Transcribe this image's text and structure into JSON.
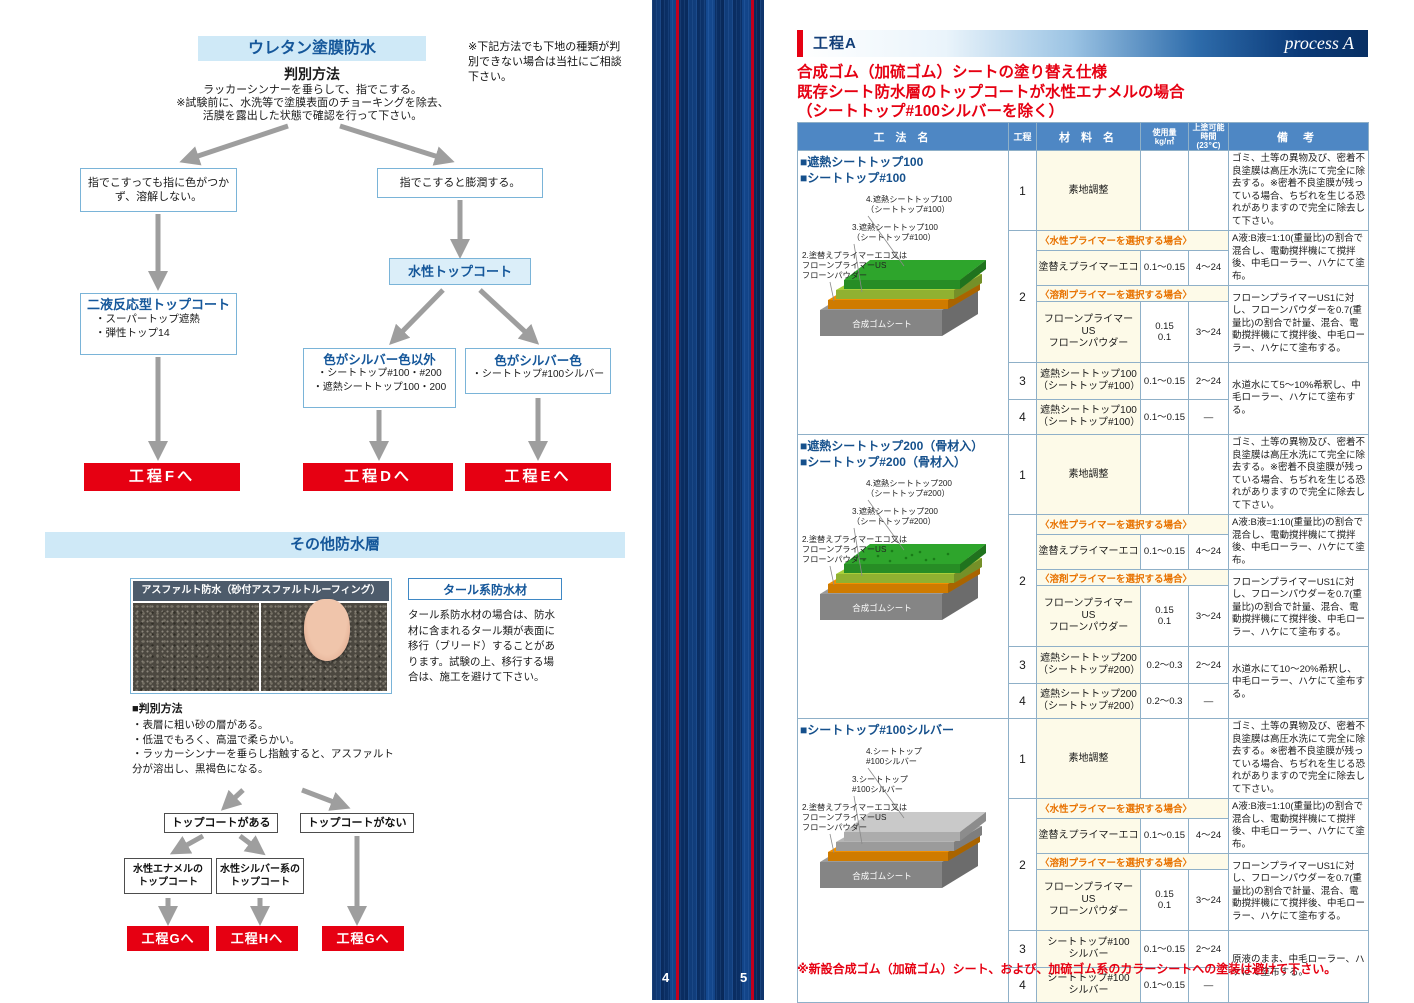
{
  "meta": {
    "accent_red": "#e60012",
    "navy": "#15579a",
    "light_blue_bg": "#cfe9f7",
    "table_header_blue": "#4e87c4",
    "pale_yellow": "#fdfae8",
    "orange_text": "#e87200"
  },
  "left_page": {
    "urethane": {
      "title": "ウレタン塗膜防水",
      "method_title": "判別方法",
      "method_lines": [
        "ラッカーシンナーを垂らして、指でこする。",
        "※試験前に、水洗等で塗膜表面のチョーキングを除去、",
        "活膜を露出した状態で確認を行って下さい。"
      ],
      "side_note": "※下記方法でも下地の種類が判別できない場合は当社にご相談下さい。",
      "no_change_box": "指でこすっても指に色がつかず、溶解しない。",
      "swell_box": "指でこすると膨潤する。",
      "two_liquid": {
        "title": "二液反応型トップコート",
        "items": [
          "・スーパートップ遮熱",
          "・弾性トップ14"
        ]
      },
      "water_topcoat": "水性トップコート",
      "non_silver": {
        "title": "色がシルバー色以外",
        "items": [
          "・シートトップ#100・#200",
          "・遮熱シートトップ100・200"
        ]
      },
      "silver": {
        "title": "色がシルバー色",
        "items": [
          "・シートトップ#100シルバー"
        ]
      },
      "process_f": "工程Fへ",
      "process_d": "工程Dへ",
      "process_e": "工程Eへ"
    },
    "other_layers": {
      "title": "その他防水層",
      "asphalt_header": "アスファルト防水（砂付アスファルトルーフィング）",
      "tar": {
        "title": "タール系防水材",
        "body": "タール系防水材の場合は、防水材に含まれるタール類が表面に移行（ブリード）することがあります。試験の上、移行する場合は、施工を避けて下さい。"
      },
      "judge_title": "■判別方法",
      "judge_items": [
        "・表層に粗い砂の層がある。",
        "・低温でもろく、高温で柔らかい。",
        "・ラッカーシンナーを垂らし指触すると、アスファルト分が溶出し、黒褐色になる。"
      ],
      "has_topcoat": "トップコートがある",
      "no_topcoat": "トップコートがない",
      "enamel_topcoat": "水性エナメルの\nトップコート",
      "silver_topcoat": "水性シルバー系の\nトップコート",
      "process_g1": "工程Gへ",
      "process_h": "工程Hへ",
      "process_g2": "工程Gへ"
    }
  },
  "spine": {
    "left_page_number": "4",
    "right_page_number": "5"
  },
  "right_page": {
    "header": {
      "label": "工程A",
      "process": "process A"
    },
    "title_lines": [
      "合成ゴム（加硫ゴム）シートの塗り替え仕様",
      "既存シート防水層のトップコートが水性エナメルの場合",
      "（シートトップ#100シルバーを除く）"
    ],
    "footer_note": "※新設合成ゴム（加硫ゴム）シート、および、加硫ゴム系のカラーシートへの塗装は避けて下さい。",
    "table": {
      "headers": {
        "method": "工 法 名",
        "step": "工程",
        "material": "材 料 名",
        "usage": "使用量\nkg/㎡",
        "time": "上塗可能\n時間(23℃)",
        "remarks": "備  考"
      },
      "sections": [
        {
          "titles": [
            "■遮熱シートトップ100",
            "■シートトップ#100"
          ],
          "diagram": {
            "label4": [
              "4.遮熱シートトップ100",
              "（シートトップ#100）"
            ],
            "label3": [
              "3.遮熱シートトップ100",
              "（シートトップ#100）"
            ],
            "label2": [
              "2.塗替えプライマーエコ又は",
              "フローンプライマーUS",
              "フローンパウダー"
            ],
            "base_label": "合成ゴムシート",
            "layer4_color": "#2ea52c",
            "layer3_color": "#a8cf3a",
            "layer2_color": "#f29000",
            "base_color": "#9b9b9b",
            "aggregate": false
          },
          "steps": {
            "s1_no": "1",
            "s1_material": "素地調整",
            "s1_remark": "ゴミ、土等の異物及び、密着不良塗膜は高圧水洗にて完全に除去する。※密着不良塗膜が残っている場合、ちぢれを生じる恐れがありますので完全に除去して下さい。",
            "s2_no": "2",
            "water_header": "〈水性プライマーを選択する場合〉",
            "water_remark": "A液:B液=1:10(重量比)の割合で混合し、電動撹拌機にて撹拌後、中毛ローラー、ハケにて塗布。",
            "water_material": [
              "塗替えプライマーエコ"
            ],
            "water_usage": "0.1〜0.15",
            "water_time": "4〜24",
            "solvent_header": "〈溶剤プライマーを選択する場合〉",
            "solvent_remark": "フローンプライマーUS1に対し、フローンパウダーを0.7(重量比)の割合で計量、混合、電動撹拌機にて撹拌後、中毛ローラー、ハケにて塗布する。",
            "solvent_material": [
              "フローンプライマーUS",
              "フローンパウダー"
            ],
            "solvent_usage": [
              "0.15",
              "0.1"
            ],
            "solvent_time": "3〜24",
            "s3_no": "3",
            "s3_material": [
              "遮熱シートトップ100",
              "（シートトップ#100）"
            ],
            "s3_usage": "0.1〜0.15",
            "s3_time": "2〜24",
            "s34_remark": "水道水にて5〜10%希釈し、中毛ローラー、ハケにて塗布する。",
            "s4_no": "4",
            "s4_material": [
              "遮熱シートトップ100",
              "（シートトップ#100）"
            ],
            "s4_usage": "0.1〜0.15",
            "s4_time": "—"
          }
        },
        {
          "titles": [
            "■遮熱シートトップ200（骨材入）",
            "■シートトップ#200（骨材入）"
          ],
          "diagram": {
            "label4": [
              "4.遮熱シートトップ200",
              "（シートトップ#200）"
            ],
            "label3": [
              "3.遮熱シートトップ200",
              "（シートトップ#200）"
            ],
            "label2": [
              "2.塗替えプライマーエコ又は",
              "フローンプライマーUS",
              "フローンパウダー"
            ],
            "base_label": "合成ゴムシート",
            "layer4_color": "#2ea52c",
            "layer3_color": "#a8cf3a",
            "layer2_color": "#f29000",
            "base_color": "#9b9b9b",
            "aggregate": true
          },
          "steps": {
            "s1_no": "1",
            "s1_material": "素地調整",
            "s1_remark": "ゴミ、土等の異物及び、密着不良塗膜は高圧水洗にて完全に除去する。※密着不良塗膜が残っている場合、ちぢれを生じる恐れがありますので完全に除去して下さい。",
            "s2_no": "2",
            "water_header": "〈水性プライマーを選択する場合〉",
            "water_remark": "A液:B液=1:10(重量比)の割合で混合し、電動撹拌機にて撹拌後、中毛ローラー、ハケにて塗布。",
            "water_material": [
              "塗替えプライマーエコ"
            ],
            "water_usage": "0.1〜0.15",
            "water_time": "4〜24",
            "solvent_header": "〈溶剤プライマーを選択する場合〉",
            "solvent_remark": "フローンプライマーUS1に対し、フローンパウダーを0.7(重量比)の割合で計量、混合、電動撹拌機にて撹拌後、中毛ローラー、ハケにて塗布する。",
            "solvent_material": [
              "フローンプライマーUS",
              "フローンパウダー"
            ],
            "solvent_usage": [
              "0.15",
              "0.1"
            ],
            "solvent_time": "3〜24",
            "s3_no": "3",
            "s3_material": [
              "遮熱シートトップ200",
              "（シートトップ#200）"
            ],
            "s3_usage": "0.2〜0.3",
            "s3_time": "2〜24",
            "s34_remark": "水道水にて10〜20%希釈し、中毛ローラー、ハケにて塗布する。",
            "s4_no": "4",
            "s4_material": [
              "遮熱シートトップ200",
              "（シートトップ#200）"
            ],
            "s4_usage": "0.2〜0.3",
            "s4_time": "—"
          }
        },
        {
          "titles": [
            "■シートトップ#100シルバー"
          ],
          "diagram": {
            "label4": [
              "4.シートトップ",
              "#100シルバー"
            ],
            "label3": [
              "3.シートトップ",
              "#100シルバー"
            ],
            "label2": [
              "2.塗替えプライマーエコ又は",
              "フローンプライマーUS",
              "フローンパウダー"
            ],
            "base_label": "合成ゴムシート",
            "layer4_color": "#c9c9c9",
            "layer3_color": "#b5b5b5",
            "layer2_color": "#f29000",
            "base_color": "#9b9b9b",
            "aggregate": false
          },
          "steps": {
            "s1_no": "1",
            "s1_material": "素地調整",
            "s1_remark": "ゴミ、土等の異物及び、密着不良塗膜は高圧水洗にて完全に除去する。※密着不良塗膜が残っている場合、ちぢれを生じる恐れがありますので完全に除去して下さい。",
            "s2_no": "2",
            "water_header": "〈水性プライマーを選択する場合〉",
            "water_remark": "A液:B液=1:10(重量比)の割合で混合し、電動撹拌機にて撹拌後、中毛ローラー、ハケにて塗布。",
            "water_material": [
              "塗替えプライマーエコ"
            ],
            "water_usage": "0.1〜0.15",
            "water_time": "4〜24",
            "solvent_header": "〈溶剤プライマーを選択する場合〉",
            "solvent_remark": "フローンプライマーUS1に対し、フローンパウダーを0.7(重量比)の割合で計量、混合、電動撹拌機にて撹拌後、中毛ローラー、ハケにて塗布する。",
            "solvent_material": [
              "フローンプライマーUS",
              "フローンパウダー"
            ],
            "solvent_usage": [
              "0.15",
              "0.1"
            ],
            "solvent_time": "3〜24",
            "s3_no": "3",
            "s3_material": [
              "シートトップ#100",
              "シルバー"
            ],
            "s3_usage": "0.1〜0.15",
            "s3_time": "2〜24",
            "s34_remark": "原液のまま、中毛ローラー、ハケにて塗布する。",
            "s4_no": "4",
            "s4_material": [
              "シートトップ#100",
              "シルバー"
            ],
            "s4_usage": "0.1〜0.15",
            "s4_time": "—"
          }
        }
      ]
    }
  }
}
